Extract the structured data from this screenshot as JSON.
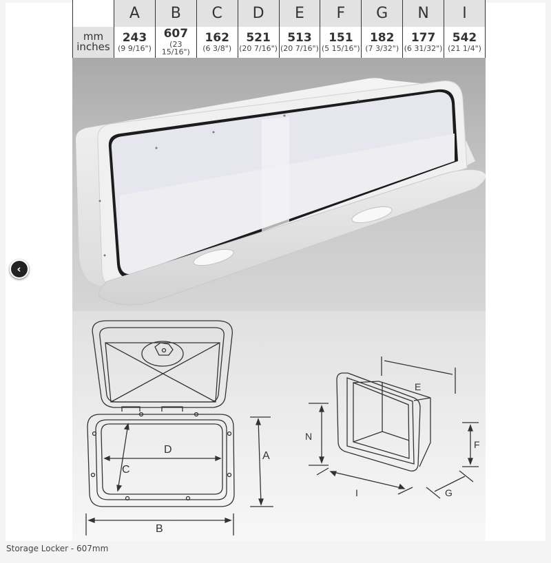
{
  "viewer": {
    "caption": "Storage Locker - 607mm",
    "prev_button_icon": "‹",
    "prev_button_label": "Previous image"
  },
  "spec_table": {
    "unit_labels": {
      "mm": "mm",
      "inches": "inches"
    },
    "columns": [
      {
        "label": "A",
        "mm": "243",
        "inches": "(9 9/16\")"
      },
      {
        "label": "B",
        "mm": "607",
        "inches": "(23 15/16\")"
      },
      {
        "label": "C",
        "mm": "162",
        "inches": "(6 3/8\")"
      },
      {
        "label": "D",
        "mm": "521",
        "inches": "(20 7/16\")"
      },
      {
        "label": "E",
        "mm": "513",
        "inches": "(20 7/16\")"
      },
      {
        "label": "F",
        "mm": "151",
        "inches": "(5 15/16\")"
      },
      {
        "label": "G",
        "mm": "182",
        "inches": "(7 3/32\")"
      },
      {
        "label": "N",
        "mm": "177",
        "inches": "(6 31/32\")"
      },
      {
        "label": "I",
        "mm": "542",
        "inches": "(21 1/4\")"
      }
    ]
  },
  "drawing_labels": {
    "front": {
      "A": "A",
      "B": "B",
      "C": "C",
      "D": "D"
    },
    "iso": {
      "E": "E",
      "F": "F",
      "G": "G",
      "N": "N",
      "I": "I"
    }
  },
  "colors": {
    "table_header_bg": "#e2e2e2",
    "table_border": "#333333",
    "nav_button": "#222222",
    "page_bg": "#f4f4f4"
  }
}
